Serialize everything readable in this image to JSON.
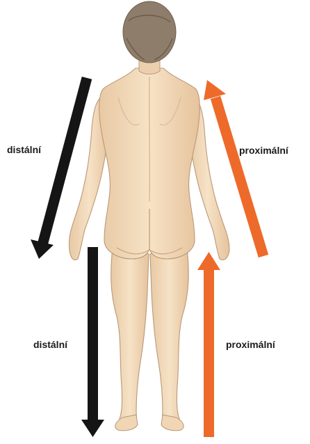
{
  "labels": {
    "distal_upper": "distální",
    "proximal_upper": "proximální",
    "distal_lower": "distální",
    "proximal_lower": "proximální"
  },
  "colors": {
    "background": "#ffffff",
    "distal_arrow": "#151515",
    "proximal_arrow": "#ee6a2a",
    "skin": "#f3dcbc",
    "skin_shadow": "#dcb893",
    "hair": "#8a7a68",
    "outline": "#b99878"
  },
  "icons": {
    "distal_arrow": "arrow-down-icon",
    "proximal_arrow": "arrow-up-icon"
  }
}
